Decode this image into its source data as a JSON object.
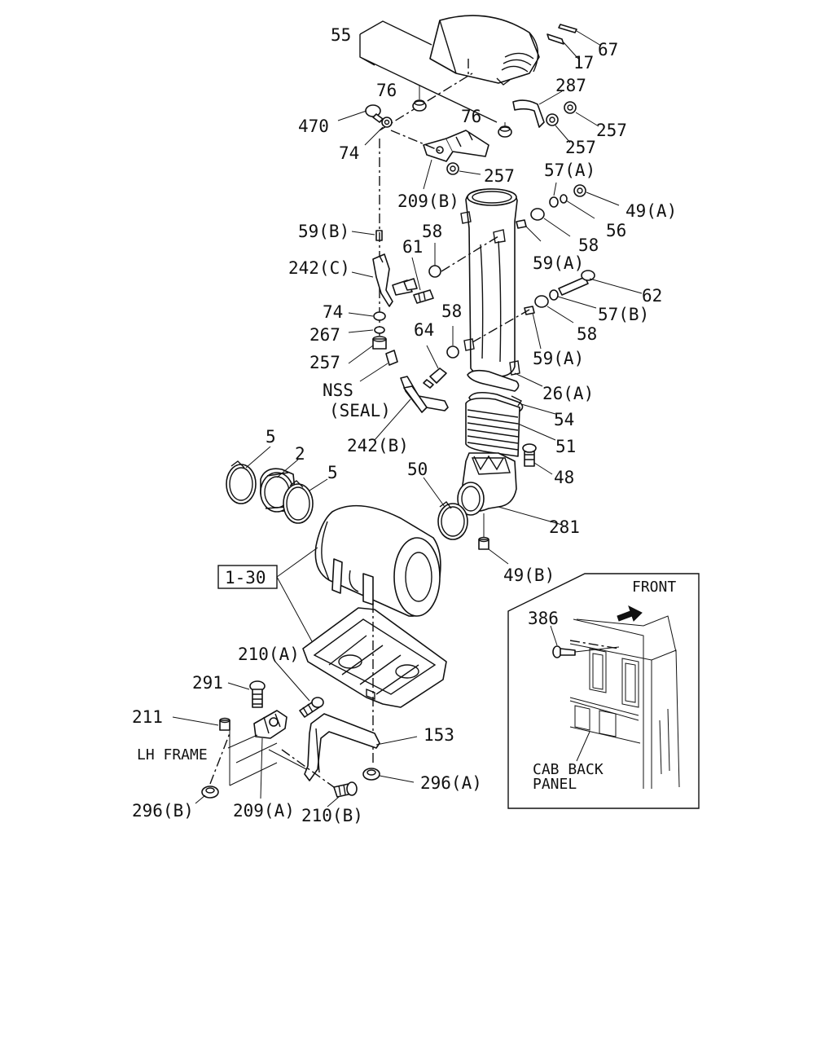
{
  "callouts": {
    "c55": "55",
    "c67": "67",
    "c17": "17",
    "c76a": "76",
    "c76b": "76",
    "c287": "287",
    "c470": "470",
    "c257a": "257",
    "c257b": "257",
    "c74a": "74",
    "c257c": "257",
    "c57a": "57(A)",
    "c209b": "209(B)",
    "c49a": "49(A)",
    "c56": "56",
    "c59b": "59(B)",
    "c58a": "58",
    "c58b": "58",
    "c61": "61",
    "c59a1": "59(A)",
    "c242c": "242(C)",
    "c62": "62",
    "c74b": "74",
    "c57b": "57(B)",
    "c58c": "58",
    "c58d": "58",
    "c267": "267",
    "c64": "64",
    "c59a2": "59(A)",
    "c257d": "257",
    "c26a": "26(A)",
    "c54": "54",
    "c242b": "242(B)",
    "c51": "51",
    "c5a": "5",
    "c2": "2",
    "c5b": "5",
    "c50": "50",
    "c48": "48",
    "c281": "281",
    "c130": "1-30",
    "c49b": "49(B)",
    "c210a": "210(A)",
    "c291": "291",
    "c211": "211",
    "c153": "153",
    "c296a": "296(A)",
    "c296b": "296(B)",
    "c209a": "209(A)",
    "c210b": "210(B)",
    "c386": "386"
  },
  "notes": {
    "nss": "NSS",
    "seal": "(SEAL)",
    "lh_frame": "LH FRAME",
    "front": "FRONT",
    "cab_back": "CAB BACK",
    "panel": "PANEL"
  }
}
